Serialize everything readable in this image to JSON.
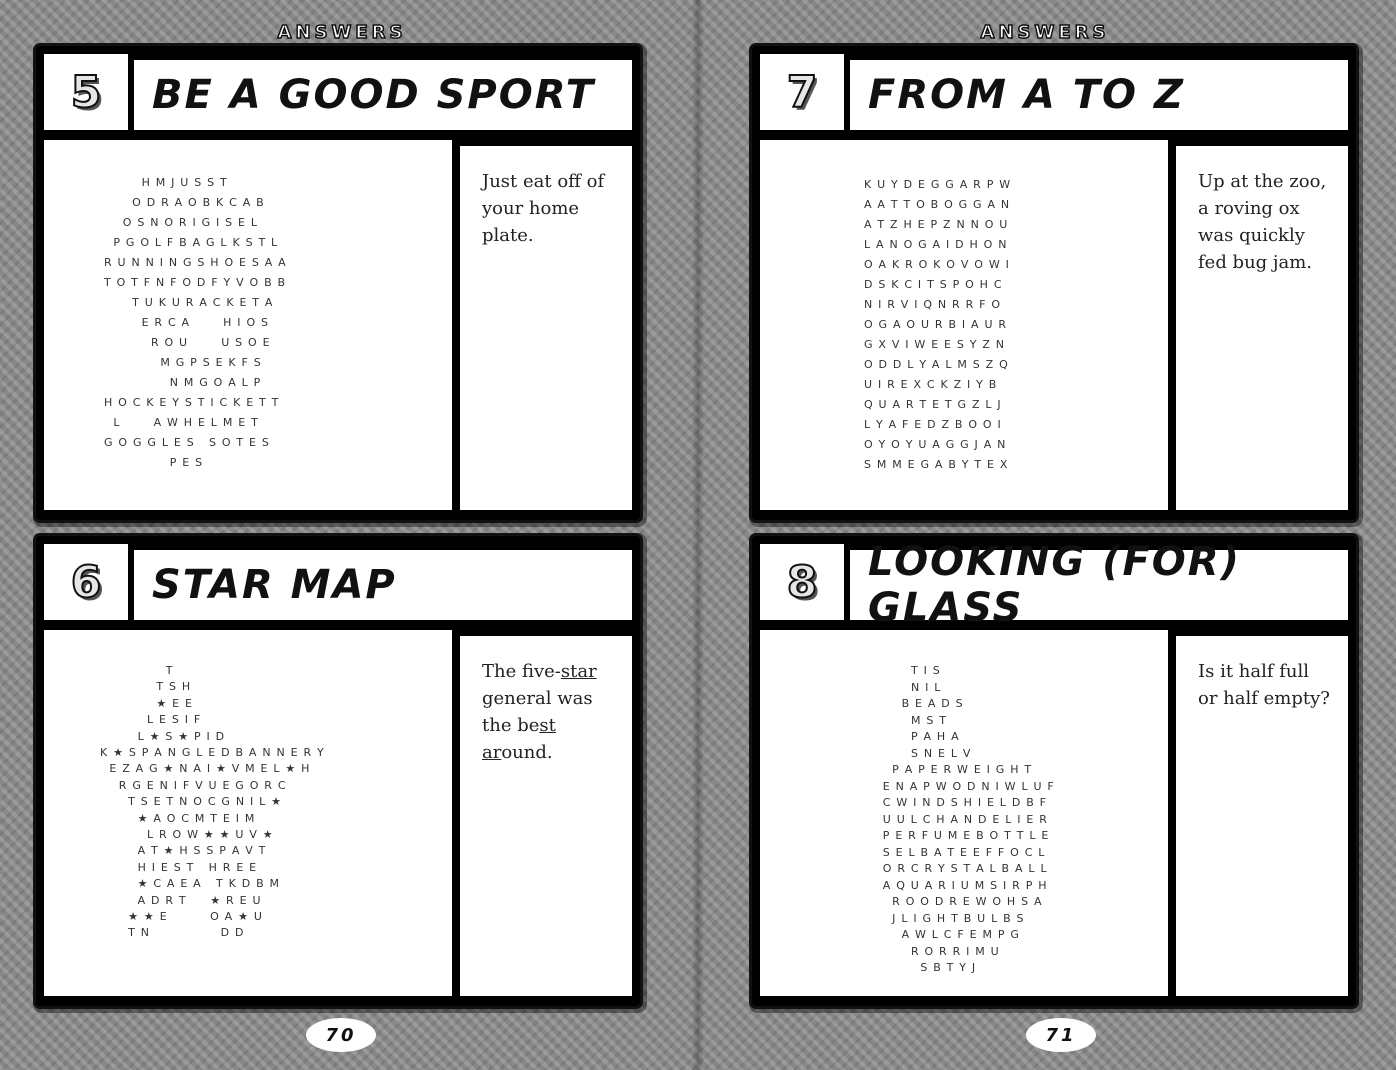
{
  "header_left": "ANSWERS",
  "header_right": "ANSWERS",
  "page_left": "70",
  "page_right": "71",
  "puzzles": [
    {
      "number": "5",
      "title": "BE A GOOD SPORT",
      "clue": "Just eat off of your home plate.",
      "rows": [
        "        H M J U S S T",
        "      O D R A O B K C A B",
        "    O S N O R I G I S E L",
        "  P G O L F B A G L K S T L",
        "R U N N I N G S H O E S A A",
        "T O T F N F O D F Y V O B B",
        "      T U K U R A C K E T A",
        "        E R C A       H I O S",
        "          R O U       U S O E",
        "            M G P S E K F S",
        "              N M G O A L P",
        "H O C K E Y S T I C K E T T",
        "  L       A W H E L M E T",
        "G O G G L E S   S O T E S",
        "              P E S"
      ]
    },
    {
      "number": "6",
      "title": "STAR MAP",
      "clue_parts": [
        "The five-",
        "star",
        " general was the be",
        "st ar",
        "ound."
      ],
      "rows": [
        "              T",
        "            T S H",
        "            ★ E E",
        "          L E S I F",
        "        L ★ S ★ P I D",
        "K ★ S P A N G L E D B A N N E R Y",
        "  E Z A G ★ N A I ★ V M E L ★ H",
        "    R G E N I F V U E G O R C",
        "      T S E T N O C G N I L ★",
        "        ★ A O C M T E I M",
        "          L R O W ★ ★ U V ★",
        "        A T ★ H S S P A V T",
        "        H I E S T   H R E E",
        "        ★ C A E A   T K D B M",
        "        A D R T     ★ R E U",
        "      ★ ★ E         O A ★ U",
        "      T N               D D"
      ]
    },
    {
      "number": "7",
      "title": "FROM A TO Z",
      "clue": "Up at the zoo, a roving ox was quickly fed bug jam.",
      "rows": [
        "K U Y D E G G A R P W",
        "A A T T O B O G G A N",
        "A T Z H E P Z N N O U",
        "L A N O G A I D H O N",
        "O A K R O K O V O W I",
        "D S K C I T S P O H C",
        "N I R V I Q N R R F O",
        "O G A O U R B I A U R",
        "G X V I W E E S Y Z N",
        "O D D L Y A L M S Z Q",
        "U I R E X C K Z I Y B",
        "Q U A R T E T G Z L J",
        "L Y A F E D Z B O O I",
        "O Y O Y U A G G J A N",
        "S M M E G A B Y T E X"
      ]
    },
    {
      "number": "8",
      "title": "LOOKING (FOR) GLASS",
      "clue": "Is it half full or half empty?",
      "rows": [
        "          T I S",
        "          N I L",
        "        B E A D S",
        "          M S T",
        "          P A H A",
        "          S N E L V",
        "      P A P E R W E I G H T",
        "    E N A P W O D N I W L U F",
        "    C W I N D S H I E L D B F",
        "    U U L C H A N D E L I E R",
        "    P E R F U M E B O T T L E",
        "    S E L B A T E E F F O C L",
        "    O R C R Y S T A L B A L L",
        "    A Q U A R I U M S I R P H",
        "      R O O D R E W O H S A",
        "      J L I G H T B U L B S",
        "        A W L C F E M P G",
        "          R O R R I M U",
        "            S B T Y J"
      ]
    }
  ]
}
